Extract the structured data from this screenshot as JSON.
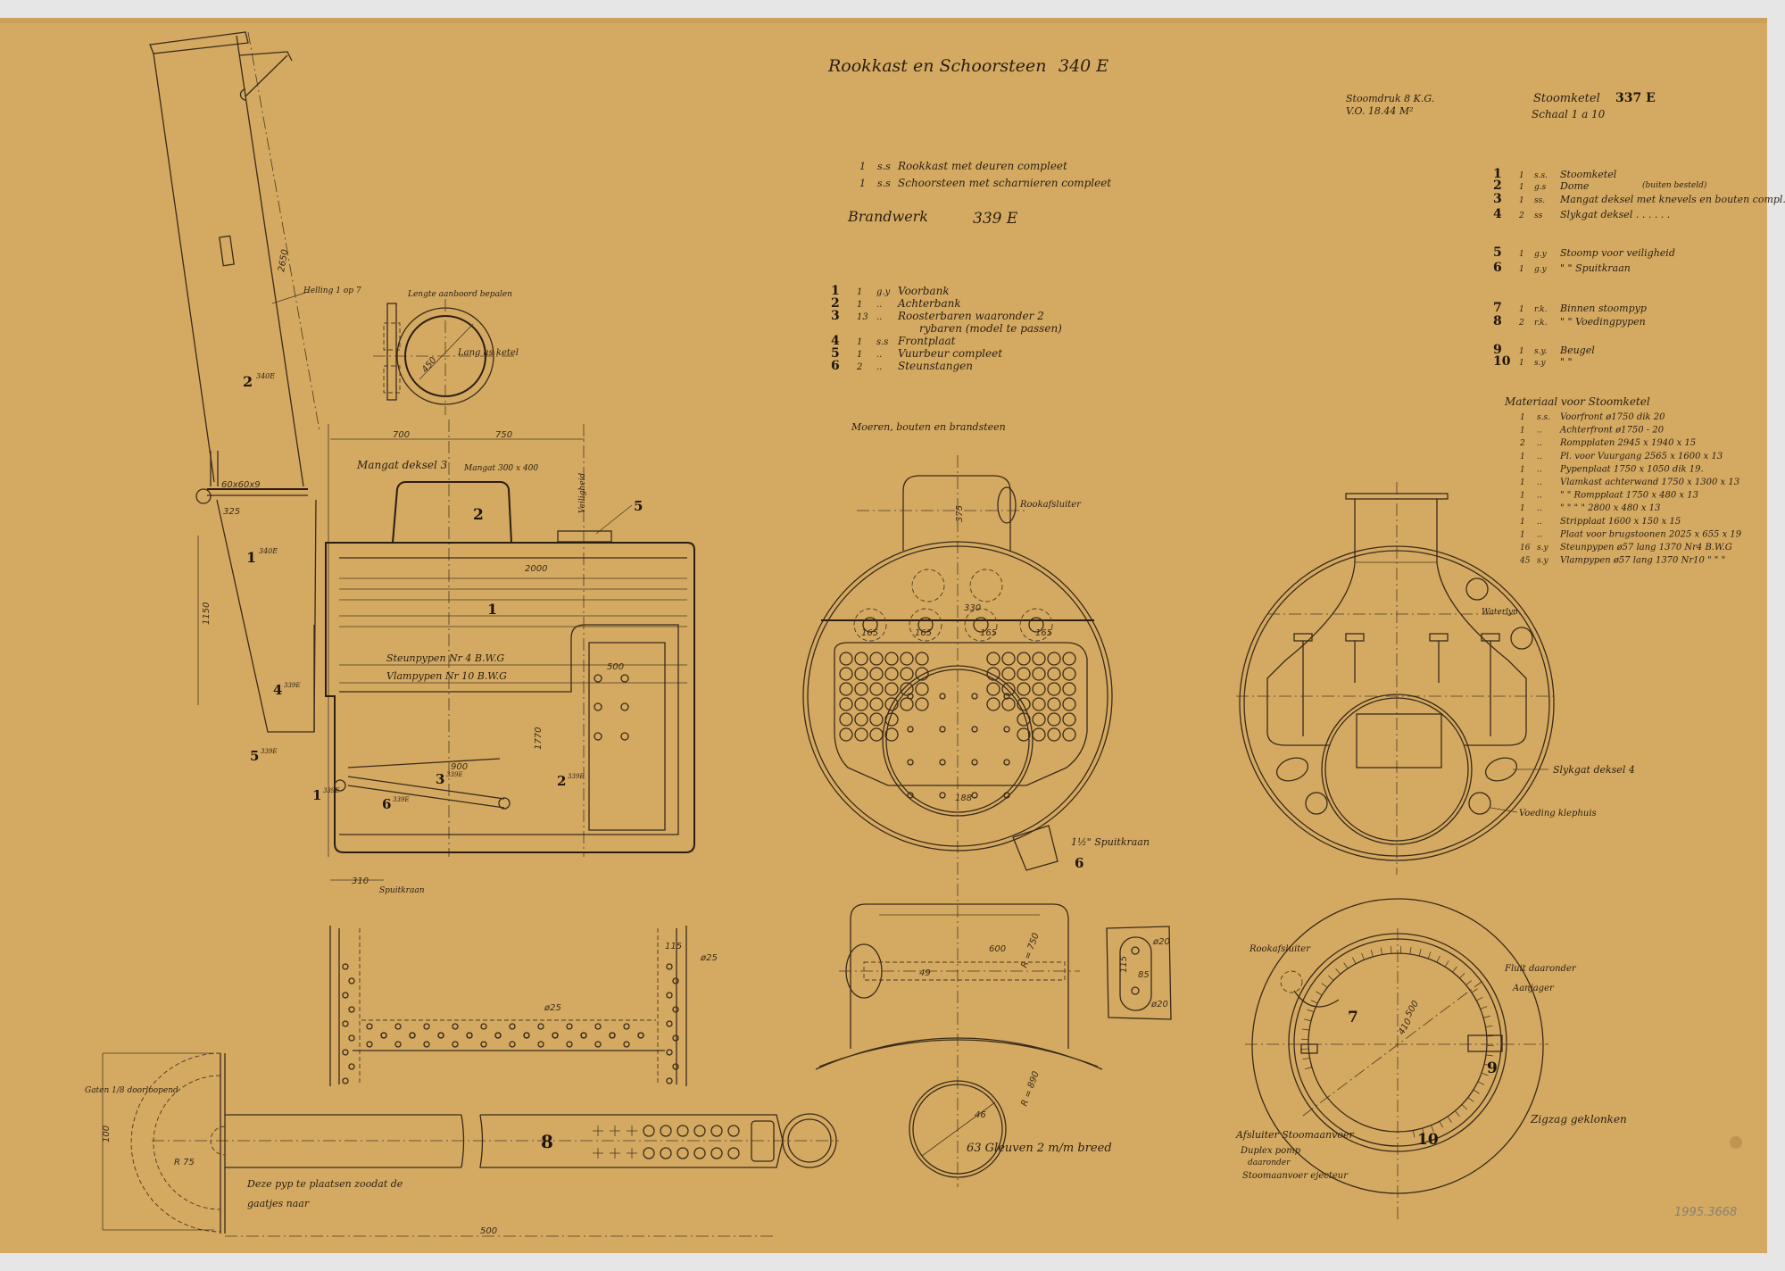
{
  "sheet": {
    "title": "Rookkast en Schoorsteen",
    "title_number": "340 E",
    "catalog_number": "1995.3668"
  },
  "rookkast_list": [
    {
      "qty": "1",
      "type": "s.s",
      "desc": "Rookkast met deuren compleet"
    },
    {
      "qty": "1",
      "type": "s.s",
      "desc": "Schoorsteen met scharnieren compleet"
    }
  ],
  "brandwerk": {
    "title": "Brandwerk",
    "number": "339 E",
    "items": [
      {
        "no": "1",
        "qty": "1",
        "type": "g.y",
        "desc": "Voorbank"
      },
      {
        "no": "2",
        "qty": "1",
        "type": "..",
        "desc": "Achterbank"
      },
      {
        "no": "3",
        "qty": "13",
        "type": "..",
        "desc": "Roosterbaren waaronder 2",
        "desc2": "rybaren (model te passen)"
      },
      {
        "no": "4",
        "qty": "1",
        "type": "s.s",
        "desc": "Frontplaat"
      },
      {
        "no": "5",
        "qty": "1",
        "type": "..",
        "desc": "Vuurbeur compleet"
      },
      {
        "no": "6",
        "qty": "2",
        "type": "..",
        "desc": "Steunstangen"
      }
    ],
    "note": "Moeren, bouten en brandsteen"
  },
  "ketel": {
    "pressure": "Stoomdruk 8 K.G.",
    "surface": "V.O. 18.44 M²",
    "title": "Stoomketel",
    "number": "337 E",
    "scale": "Schaal 1 a 10",
    "items": [
      {
        "no": "1",
        "qty": "1",
        "type": "s.s.",
        "desc": "Stoomketel"
      },
      {
        "no": "2",
        "qty": "1",
        "type": "g.s",
        "desc": "Dome",
        "note": "(buiten besteld)"
      },
      {
        "no": "3",
        "qty": "1",
        "type": "ss.",
        "desc": "Mangat deksel met knevels en bouten compl."
      },
      {
        "no": "4",
        "qty": "2",
        "type": "ss",
        "desc": "Slykgat deksel  .  .  .  .  .  ."
      },
      {
        "no": "5",
        "qty": "1",
        "type": "g.y",
        "desc": "Stoomp voor veiligheid"
      },
      {
        "no": "6",
        "qty": "1",
        "type": "g.y",
        "desc": "\"     \"     Spuitkraan"
      },
      {
        "no": "7",
        "qty": "1",
        "type": "r.k.",
        "desc": "Binnen stoompyp"
      },
      {
        "no": "8",
        "qty": "2",
        "type": "r.k.",
        "desc": "\"   \"   Voedingpypen"
      },
      {
        "no": "9",
        "qty": "1",
        "type": "s.y.",
        "desc": "Beugel"
      },
      {
        "no": "10",
        "qty": "1",
        "type": "s.y",
        "desc": "\"   \""
      }
    ]
  },
  "material": {
    "title": "Materiaal voor Stoomketel",
    "items": [
      {
        "qty": "1",
        "type": "s.s.",
        "desc": "Voorfront ø1750 dik 20"
      },
      {
        "qty": "1",
        "type": "..",
        "desc": "Achterfront ø1750  -  20"
      },
      {
        "qty": "2",
        "type": "..",
        "desc": "Rompplaten 2945 x 1940 x 15"
      },
      {
        "qty": "1",
        "type": "..",
        "desc": "Pl. voor Vuurgang 2565 x 1600 x 13"
      },
      {
        "qty": "1",
        "type": "..",
        "desc": "Pypenplaat 1750 x 1050 dik 19."
      },
      {
        "qty": "1",
        "type": "..",
        "desc": "Vlamkast achterwand  1750 x 1300 x 13"
      },
      {
        "qty": "1",
        "type": "..",
        "desc": "\"   \"   Rompplaat  1750 x 480 x 13"
      },
      {
        "qty": "1",
        "type": "..",
        "desc": "\"   \"   \"   \"   2800 x 480 x 13"
      },
      {
        "qty": "1",
        "type": "..",
        "desc": "Stripplaat      1600 x 150 x 15"
      },
      {
        "qty": "1",
        "type": "..",
        "desc": "Plaat voor brugstoonen  2025 x 655 x 19"
      },
      {
        "qty": "16",
        "type": "s.y",
        "desc": "Steunpypen  ø57  lang  1370 Nr4 B.W.G"
      },
      {
        "qty": "45",
        "type": "s.y",
        "desc": "Vlampypen  ø57  lang  1370 Nr10  \"  \"  \""
      }
    ]
  },
  "labels": {
    "chimney_no": "2",
    "chimney_ref": "340E",
    "chimney_len": "2650",
    "helling": "Helling 1 op 7",
    "lower_no": "1",
    "lower_ref": "340E",
    "angle": "60x60x9",
    "d325": "325",
    "d1150": "1150",
    "aanboord": "Lengte aanboord bepalen",
    "lang_as": "Lang as ketel",
    "d450": "450",
    "d700": "700",
    "d750": "750",
    "mangat_deksel": "Mangat deksel 3",
    "mangat": "Mangat 300 x 400",
    "veiligheid": "Veiligheid",
    "dome_no": "2",
    "valve_no": "5",
    "d2000": "2000",
    "boiler_no": "1",
    "steunpypen": "Steunpypen Nr 4 B.W.G",
    "vlampypen": "Vlampypen Nr 10 B.W.G",
    "p4": "4",
    "p5": "5",
    "p1": "1",
    "p6": "6",
    "p3": "3",
    "p2": "2",
    "ref339": "339E",
    "d310": "310",
    "spuitkraan": "Spuitkraan",
    "d900": "900",
    "d1770": "1770",
    "d500": "500",
    "rookafsluiter": "Rookafsluiter",
    "d375": "375",
    "d165": "165",
    "d330": "330",
    "d188": "188",
    "spuitkraan_15": "1½\" Spuitkraan",
    "n6": "6",
    "waterlyn": "Waterlyn",
    "slykgat": "Slykgat deksel 4",
    "voeding": "Voeding klephuis",
    "d600": "600",
    "d49": "49",
    "d20": "ø20",
    "d115": "115",
    "d85": "85",
    "r750": "R = 750",
    "r890": "R = 890",
    "gleuven": "63 Gleuven 2 m/m breed",
    "d46": "46",
    "rookafsluiter2": "Rookafsluiter",
    "fluit": "Fluit daaronder",
    "aanjager": "Aanjager",
    "n7": "7",
    "n9": "9",
    "n10": "10",
    "d500b": "500",
    "d410": "410",
    "zigzag": "Zigzag geklonken",
    "afsluiter": "Afsluiter Stoomaanvoer",
    "duplex": "Duplex pomp",
    "daaronder": "daaronder",
    "ejecteur": "Stoomaanvoer ejecteur",
    "phi25": "ø25",
    "d115b": "115",
    "n8": "8",
    "gaten": "Gaten 1/8 doorloopend",
    "d100": "100",
    "r75": "R 75",
    "deze": "Deze pyp te plaatsen zoodat de",
    "gaatjes": "gaatjes naar",
    "d500c": "500"
  },
  "colors": {
    "paper": "#d4aa62",
    "ink": "#2a1d10",
    "frame": "#e6e6e6"
  }
}
